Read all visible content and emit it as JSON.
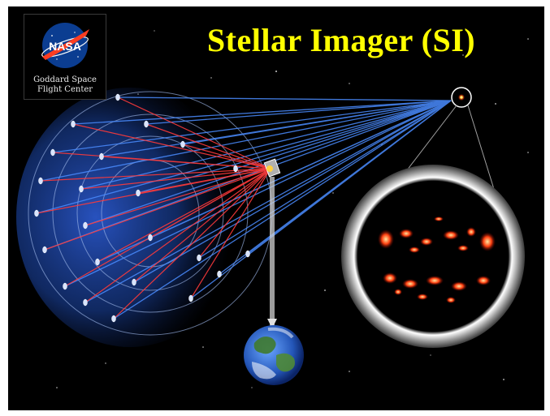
{
  "header": {
    "title": "Stellar Imager (SI)"
  },
  "logo": {
    "wordmark": "NASA",
    "caption_line1": "Goddard Space",
    "caption_line2": "Flight Center"
  },
  "colors": {
    "title": "#ffff00",
    "background": "#000000",
    "beam_blue": "#4a8cff",
    "beam_red": "#ff3a3a",
    "nasa_blue": "#0b3d91",
    "nasa_red": "#fc3d21"
  },
  "icons": [
    "nasa-logo",
    "star-target",
    "hub-spacecraft",
    "earth",
    "stellar-surface-image"
  ]
}
